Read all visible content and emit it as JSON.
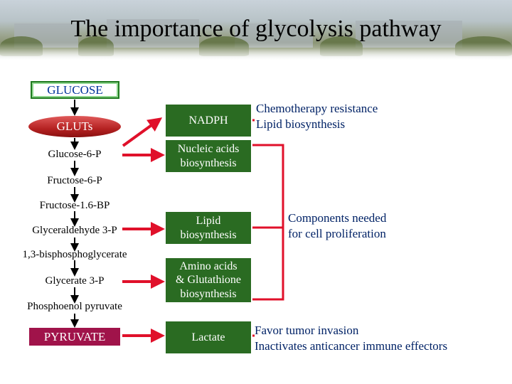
{
  "title": "The importance of glycolysis pathway",
  "pathway": {
    "start": "GLUCOSE",
    "transporter": "GLUTs",
    "steps": [
      "Glucose-6-P",
      "Fructose-6-P",
      "Fructose-1.6-BP",
      "Glyceraldehyde 3-P",
      "1,3-bisphosphoglycerate",
      "Glycerate 3-P",
      "Phosphoenol pyruvate"
    ],
    "end": "PYRUVATE"
  },
  "products": {
    "nadph": "NADPH",
    "nucleic": [
      "Nucleic acids",
      "biosynthesis"
    ],
    "lipid": [
      "Lipid",
      "biosynthesis"
    ],
    "amino": [
      "Amino acids",
      "& Glutathione",
      "biosynthesis"
    ],
    "lactate": "Lactate"
  },
  "outcomes": {
    "nadph": [
      "Chemotherapy resistance",
      "Lipid biosynthesis"
    ],
    "proliferation": [
      "Components needed",
      "for cell proliferation"
    ],
    "lactate": [
      "Favor tumor invasion",
      "Inactivates anticancer immune effectors"
    ]
  },
  "colors": {
    "arrow_red": "#e0102a",
    "box_green": "#2a6b22",
    "pyruvate": "#a0134a",
    "outcome_text": "#002266"
  }
}
